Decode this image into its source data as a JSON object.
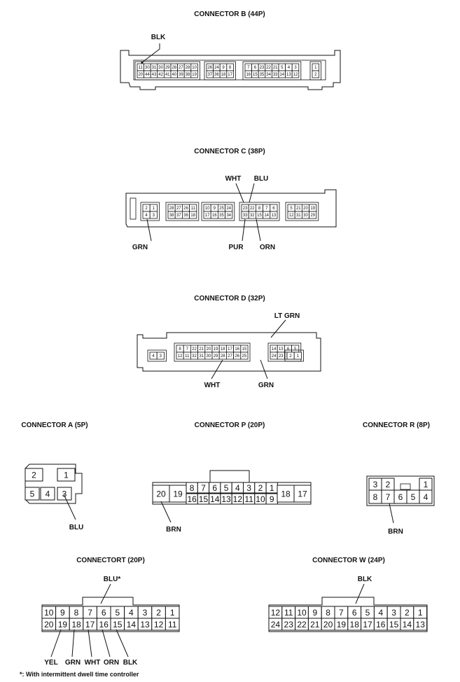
{
  "connectors": {
    "B": {
      "title": "CONNECTOR B (44P)",
      "blocks": [
        {
          "top": [
            "11",
            "30",
            "31",
            "30",
            "29",
            "28",
            "27",
            "28",
            "10"
          ],
          "bottom": [
            "20",
            "44",
            "43",
            "42",
            "41",
            "40",
            "39",
            "38",
            "19"
          ]
        },
        {
          "top": [
            "26",
            "24",
            "9",
            "8"
          ],
          "bottom": [
            "37",
            "36",
            "18",
            "17"
          ]
        },
        {
          "top": [
            "7",
            "6",
            "23",
            "22",
            "21",
            "5",
            "4",
            "3"
          ],
          "bottom": [
            "16",
            "15",
            "35",
            "34",
            "33",
            "14",
            "13",
            "12"
          ]
        },
        {
          "top": [
            "1"
          ],
          "bottom": [
            "2"
          ]
        }
      ],
      "wires": [
        "BLK"
      ]
    },
    "C": {
      "title": "CONNECTOR C (38P)",
      "blocks": [
        {
          "top": [
            "2",
            "1"
          ],
          "bottom": [
            "4",
            "3"
          ]
        },
        {
          "top": [
            "28",
            "27",
            "26",
            "11"
          ],
          "bottom": [
            "38",
            "37",
            "36",
            "18"
          ]
        },
        {
          "top": [
            "10",
            "9",
            "25",
            "24"
          ],
          "bottom": [
            "17",
            "16",
            "35",
            "34"
          ]
        },
        {
          "top": [
            "23",
            "22",
            "8",
            "7",
            "6"
          ],
          "bottom": [
            "33",
            "32",
            "15",
            "14",
            "13"
          ]
        },
        {
          "top": [
            "5",
            "21",
            "20",
            "19"
          ],
          "bottom": [
            "12",
            "31",
            "30",
            "29"
          ]
        }
      ],
      "wires": [
        "WHT",
        "BLU",
        "GRN",
        "PUR",
        "ORN"
      ]
    },
    "D": {
      "title": "CONNECTOR D (32P)",
      "blocks": [
        {
          "top": [
            "4",
            "3"
          ],
          "bottom": []
        },
        {
          "top": [
            "8",
            "7",
            "22",
            "21",
            "20",
            "19",
            "18",
            "17",
            "16",
            "15"
          ],
          "bottom": [
            "12",
            "11",
            "32",
            "31",
            "30",
            "29",
            "28",
            "27",
            "26",
            "25"
          ]
        },
        {
          "top": [
            "14",
            "13",
            "6",
            "5"
          ],
          "bottom": [
            "24",
            "23",
            "10",
            "9"
          ]
        },
        {
          "top": [
            "2",
            "1"
          ],
          "bottom": []
        }
      ],
      "wires": [
        "LT GRN",
        "WHT",
        "GRN"
      ]
    },
    "A": {
      "title": "CONNECTOR A (5P)",
      "pins": [
        "2",
        "1",
        "5",
        "4",
        "3"
      ],
      "wires": [
        "BLU"
      ]
    },
    "P": {
      "title": "CONNECTOR P (20P)",
      "left": [
        "20",
        "19"
      ],
      "top": [
        "8",
        "7",
        "6",
        "5",
        "4",
        "3",
        "2",
        "1"
      ],
      "bottom": [
        "16",
        "15",
        "14",
        "13",
        "12",
        "11",
        "10",
        "9"
      ],
      "right": [
        "18",
        "17"
      ],
      "wires": [
        "BRN"
      ]
    },
    "R": {
      "title": "CONNECTOR R (8P)",
      "top": [
        "3",
        "2",
        "1"
      ],
      "bottom": [
        "8",
        "7",
        "6",
        "5",
        "4"
      ],
      "wires": [
        "BRN"
      ]
    },
    "T": {
      "title": "CONNECTORT (20P)",
      "top": [
        "10",
        "9",
        "8",
        "7",
        "6",
        "5",
        "4",
        "3",
        "2",
        "1"
      ],
      "bottom": [
        "20",
        "19",
        "18",
        "17",
        "16",
        "15",
        "14",
        "13",
        "12",
        "11"
      ],
      "wires": [
        "BLU*",
        "YEL",
        "GRN",
        "WHT",
        "ORN",
        "BLK"
      ]
    },
    "W": {
      "title": "CONNECTOR W (24P)",
      "top": [
        "12",
        "11",
        "10",
        "9",
        "8",
        "7",
        "6",
        "5",
        "4",
        "3",
        "2",
        "1"
      ],
      "bottom": [
        "24",
        "23",
        "22",
        "21",
        "20",
        "19",
        "18",
        "17",
        "16",
        "15",
        "14",
        "13"
      ],
      "wires": [
        "BLK"
      ]
    }
  },
  "footnote": "*: With intermittent dwell time controller"
}
